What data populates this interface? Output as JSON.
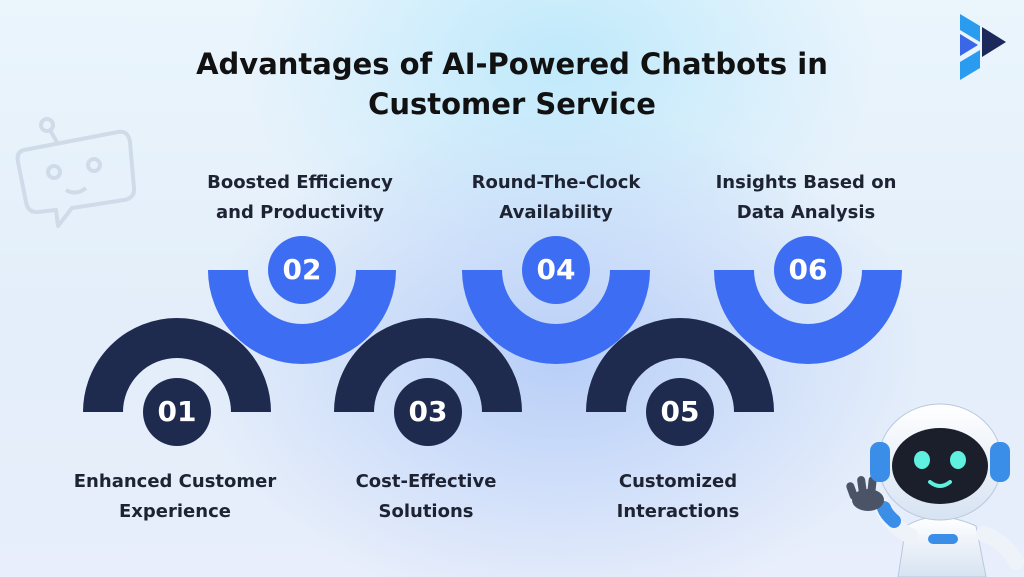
{
  "title": {
    "line1": "Advantages of AI-Powered Chatbots in",
    "line2": "Customer Service"
  },
  "steps": [
    {
      "number": "01",
      "line1": "Enhanced Customer",
      "line2": "Experience"
    },
    {
      "number": "02",
      "line1": "Boosted Efficiency",
      "line2": "and Productivity"
    },
    {
      "number": "03",
      "line1": "Cost-Effective",
      "line2": "Solutions"
    },
    {
      "number": "04",
      "line1": "Round-The-Clock",
      "line2": "Availability"
    },
    {
      "number": "05",
      "line1": "Customized",
      "line2": "Interactions"
    },
    {
      "number": "06",
      "line1": "Insights Based on",
      "line2": "Data Analysis"
    }
  ],
  "colors": {
    "dark_navy": "#1f2a4f",
    "bright_blue": "#3d6df2",
    "text": "#1e2333",
    "number_text": "#ffffff"
  },
  "icons": [
    "brand-logo-icon",
    "chatbot-outline-icon",
    "robot-mascot-icon"
  ]
}
